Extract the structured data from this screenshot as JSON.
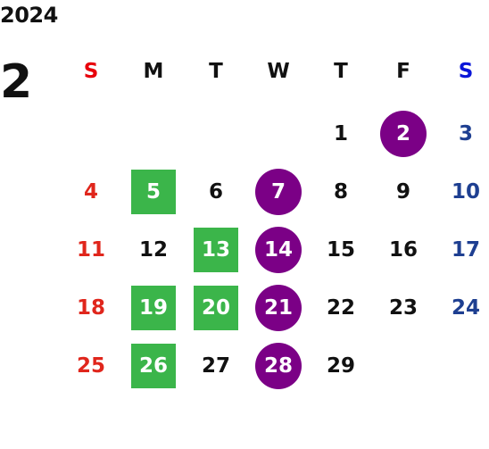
{
  "year": "2024",
  "month": "2",
  "colors": {
    "sunday": "#e0261c",
    "saturday": "#1e3f91",
    "highlight_square": "#3bb54a",
    "highlight_circle": "#7b0086"
  },
  "weekdays": [
    "S",
    "M",
    "T",
    "W",
    "T",
    "F",
    "S"
  ],
  "days": [
    {
      "label": "1",
      "week": 0,
      "col": 4,
      "mark": "none"
    },
    {
      "label": "2",
      "week": 0,
      "col": 5,
      "mark": "circle"
    },
    {
      "label": "3",
      "week": 0,
      "col": 6,
      "mark": "none"
    },
    {
      "label": "4",
      "week": 1,
      "col": 0,
      "mark": "none"
    },
    {
      "label": "5",
      "week": 1,
      "col": 1,
      "mark": "square"
    },
    {
      "label": "6",
      "week": 1,
      "col": 2,
      "mark": "none"
    },
    {
      "label": "7",
      "week": 1,
      "col": 3,
      "mark": "circle"
    },
    {
      "label": "8",
      "week": 1,
      "col": 4,
      "mark": "none"
    },
    {
      "label": "9",
      "week": 1,
      "col": 5,
      "mark": "none"
    },
    {
      "label": "10",
      "week": 1,
      "col": 6,
      "mark": "none"
    },
    {
      "label": "11",
      "week": 2,
      "col": 0,
      "mark": "none"
    },
    {
      "label": "12",
      "week": 2,
      "col": 1,
      "mark": "none"
    },
    {
      "label": "13",
      "week": 2,
      "col": 2,
      "mark": "square"
    },
    {
      "label": "14",
      "week": 2,
      "col": 3,
      "mark": "circle"
    },
    {
      "label": "15",
      "week": 2,
      "col": 4,
      "mark": "none"
    },
    {
      "label": "16",
      "week": 2,
      "col": 5,
      "mark": "none"
    },
    {
      "label": "17",
      "week": 2,
      "col": 6,
      "mark": "none"
    },
    {
      "label": "18",
      "week": 3,
      "col": 0,
      "mark": "none"
    },
    {
      "label": "19",
      "week": 3,
      "col": 1,
      "mark": "square"
    },
    {
      "label": "20",
      "week": 3,
      "col": 2,
      "mark": "square"
    },
    {
      "label": "21",
      "week": 3,
      "col": 3,
      "mark": "circle"
    },
    {
      "label": "22",
      "week": 3,
      "col": 4,
      "mark": "none"
    },
    {
      "label": "23",
      "week": 3,
      "col": 5,
      "mark": "none"
    },
    {
      "label": "24",
      "week": 3,
      "col": 6,
      "mark": "none"
    },
    {
      "label": "25",
      "week": 4,
      "col": 0,
      "mark": "none"
    },
    {
      "label": "26",
      "week": 4,
      "col": 1,
      "mark": "square"
    },
    {
      "label": "27",
      "week": 4,
      "col": 2,
      "mark": "none"
    },
    {
      "label": "28",
      "week": 4,
      "col": 3,
      "mark": "circle"
    },
    {
      "label": "29",
      "week": 4,
      "col": 4,
      "mark": "none"
    }
  ]
}
